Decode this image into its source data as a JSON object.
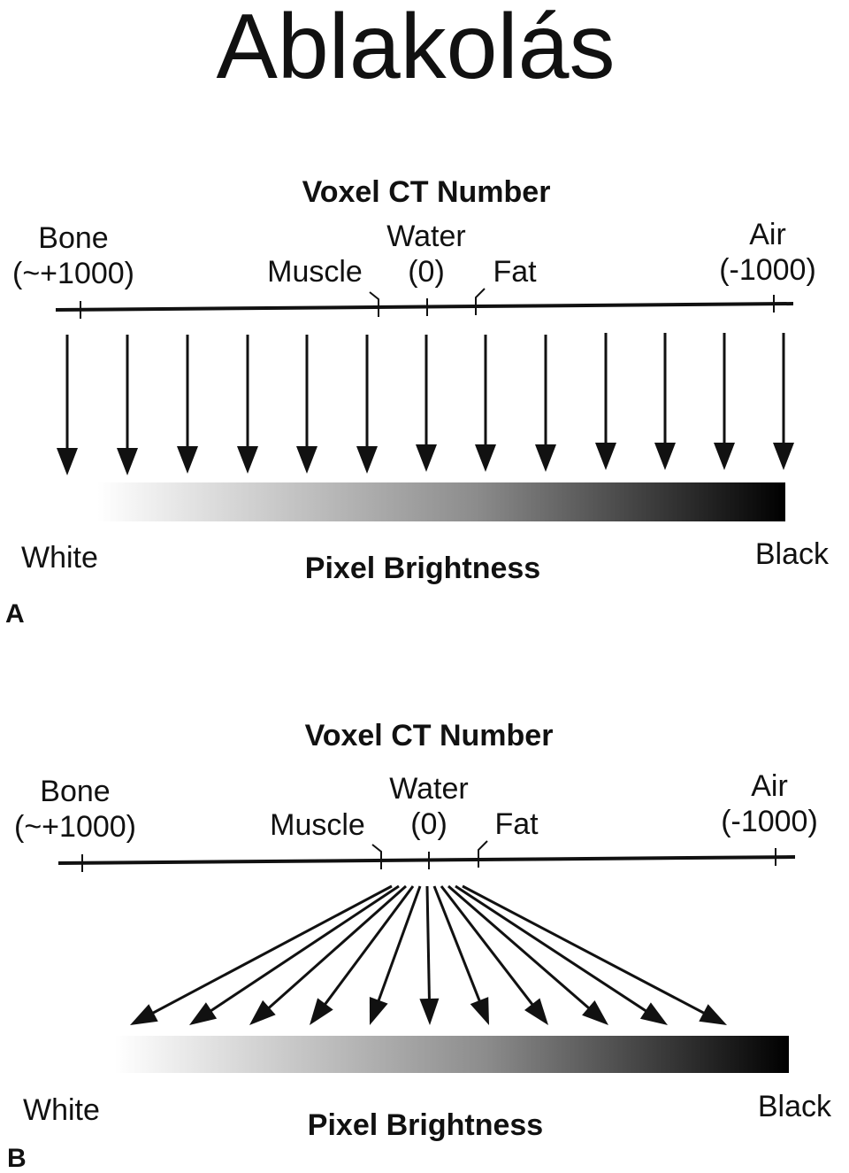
{
  "title": "Ablakolás",
  "panels": [
    {
      "letter": "A",
      "heading": "Voxel CT Number",
      "bone_name": "Bone",
      "bone_value": "(~+1000)",
      "muscle": "Muscle",
      "water_name": "Water",
      "water_value": "(0)",
      "fat": "Fat",
      "air_name": "Air",
      "air_value": "(-1000)",
      "white": "White",
      "black": "Black",
      "brightness": "Pixel Brightness"
    },
    {
      "letter": "B",
      "heading": "Voxel CT Number",
      "bone_name": "Bone",
      "bone_value": "(~+1000)",
      "muscle": "Muscle",
      "water_name": "Water",
      "water_value": "(0)",
      "fat": "Fat",
      "air_name": "Air",
      "air_value": "(-1000)",
      "white": "White",
      "black": "Black",
      "brightness": "Pixel Brightness"
    }
  ],
  "colors": {
    "ink": "#111111",
    "gradient_start": "#ffffff",
    "gradient_end": "#000000"
  }
}
